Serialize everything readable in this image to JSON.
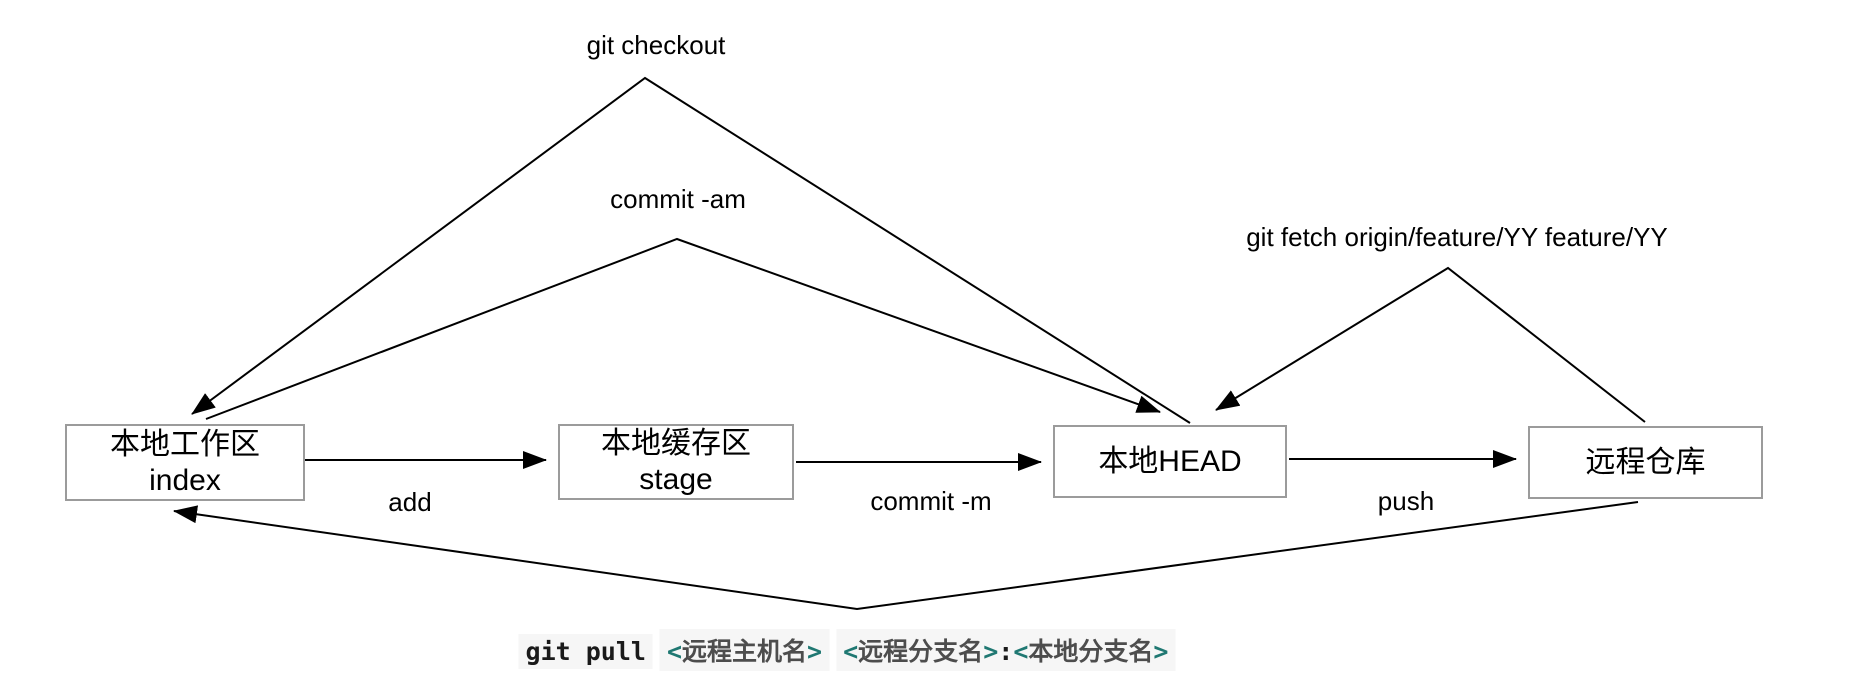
{
  "diagram": {
    "nodes": [
      {
        "id": "local-workspace",
        "line1": "本地工作区",
        "line2": "index"
      },
      {
        "id": "local-stage",
        "line1": "本地缓存区",
        "line2": "stage"
      },
      {
        "id": "local-head",
        "line1": "本地HEAD"
      },
      {
        "id": "remote-repo",
        "line1": "远程仓库"
      }
    ],
    "edges": {
      "checkout": "git checkout",
      "commit_am": "commit -am",
      "fetch": "git fetch origin/feature/YY feature/YY",
      "add": "add",
      "commit_m": "commit -m",
      "push": "push"
    },
    "pull_command": {
      "cmd": "git pull",
      "arg1_open": "<",
      "arg1_text": "远程主机名",
      "arg1_close": ">",
      "arg2_open": "<",
      "arg2_text": "远程分支名",
      "arg2_close": ">",
      "colon": ":",
      "arg3_open": "<",
      "arg3_text": "本地分支名",
      "arg3_close": ">"
    },
    "colors": {
      "box_border": "#9b9b9b",
      "arrow": "#000000",
      "code_bracket": "#1f7872",
      "code_text": "#4d4d4d",
      "code_bg": "#f6f6f6"
    }
  }
}
